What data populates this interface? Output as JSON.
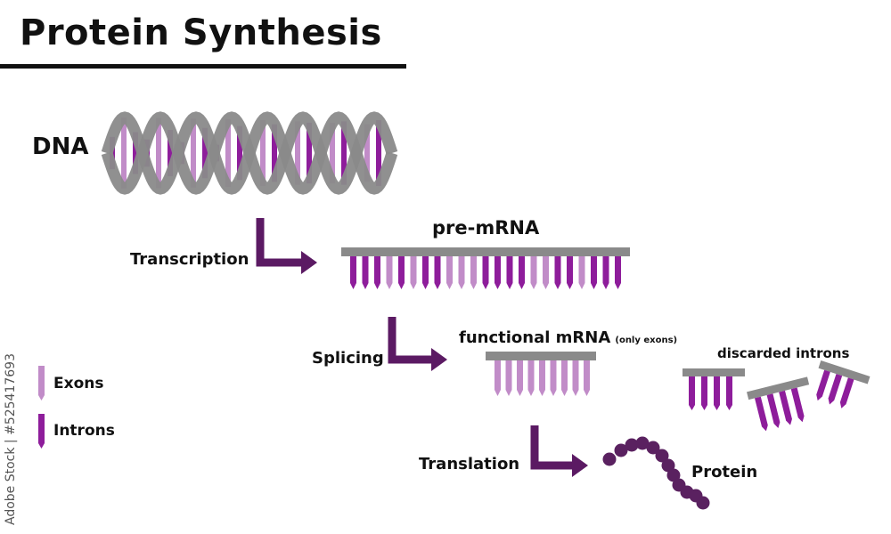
{
  "title": "Protein Synthesis",
  "labels": {
    "dna": "DNA",
    "transcription": "Transcription",
    "pre_mrna": "pre-mRNA",
    "splicing": "Splicing",
    "functional_mrna": "functional mRNA",
    "only_exons": "(only exons)",
    "discarded_introns": "discarded introns",
    "translation": "Translation",
    "protein": "Protein"
  },
  "legend": [
    {
      "label": "Exons",
      "color": "#c18cc8"
    },
    {
      "label": "Introns",
      "color": "#8e1d9b"
    }
  ],
  "watermark": "Adobe Stock | #525417693",
  "colors": {
    "backbone": "#8a8a8a",
    "exon": "#c18cc8",
    "intron": "#8e1d9b",
    "arrow": "#5b1a63",
    "protein": "#5a2160"
  },
  "pre_mrna_pattern": [
    "I",
    "I",
    "I",
    "E",
    "I",
    "E",
    "I",
    "I",
    "E",
    "E",
    "E",
    "I",
    "I",
    "I",
    "I",
    "E",
    "E",
    "I",
    "I",
    "E",
    "I",
    "I",
    "I"
  ],
  "functional_mrna_pattern": [
    "E",
    "E",
    "E",
    "E",
    "E",
    "E",
    "E",
    "E",
    "E"
  ]
}
